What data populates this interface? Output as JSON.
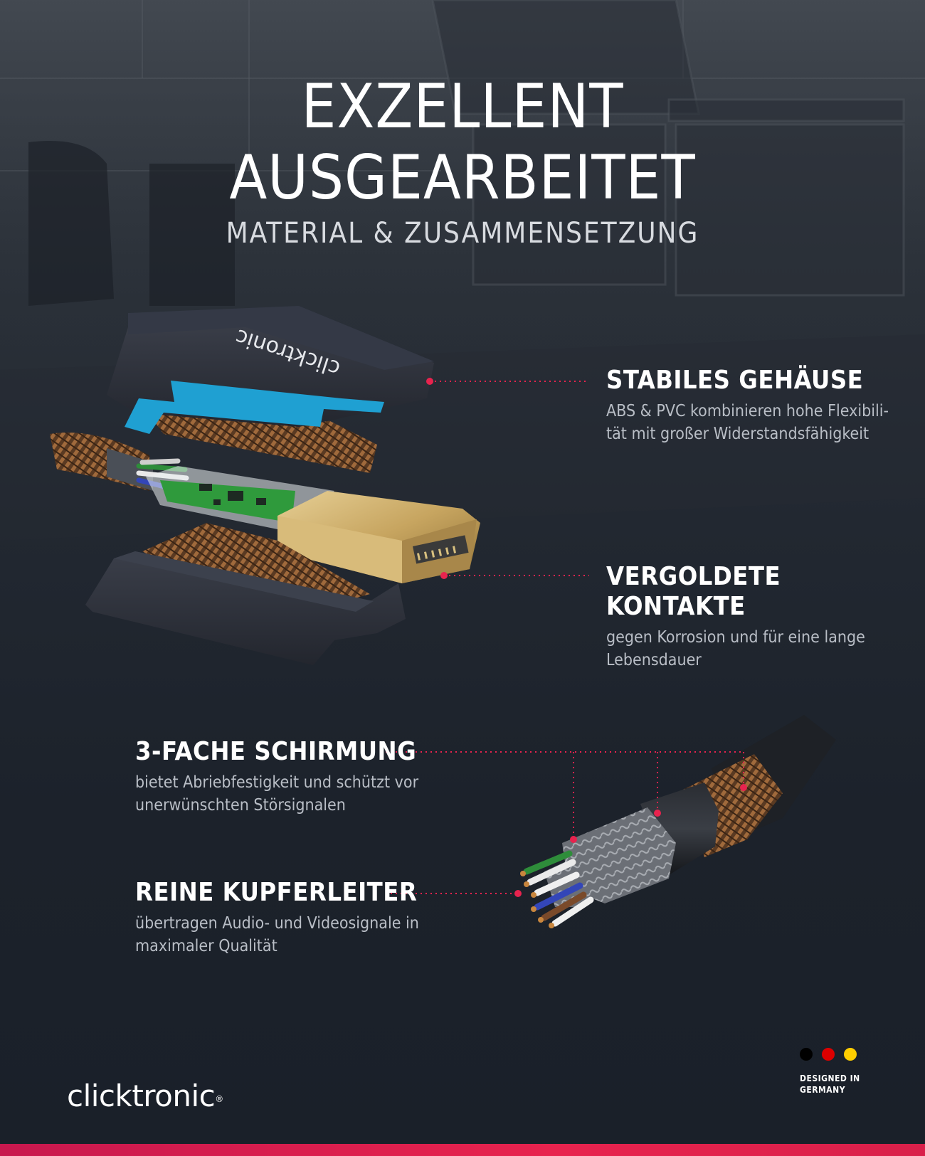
{
  "header": {
    "title_line1": "EXZELLENT",
    "title_line2": "AUSGEARBEITET",
    "subtitle": "MATERIAL & ZUSAMMENSETZUNG"
  },
  "product": {
    "housing_brand_text": "clicktronic"
  },
  "features": [
    {
      "title": "STABILES GEHÄUSE",
      "description_lines": [
        "ABS & PVC kombinieren hohe Flexibili-",
        "tät mit großer Widerstandsfähigkeit"
      ]
    },
    {
      "title": "VERGOLDETE KONTAKTE",
      "description_lines": [
        "gegen Korrosion und für eine lange",
        "Lebensdauer"
      ]
    },
    {
      "title": "3-FACHE SCHIRMUNG",
      "description_lines": [
        "bietet Abriebfestigkeit und schützt vor",
        "unerwünschten Störsignalen"
      ]
    },
    {
      "title": "REINE KUPFERLEITER",
      "description_lines": [
        "übertragen Audio- und Videosignale in",
        "maximaler Qualität"
      ]
    }
  ],
  "footer": {
    "brand": "clicktronic",
    "badge_line1": "DESIGNED IN",
    "badge_line2": "GERMANY"
  },
  "colors": {
    "accent": "#e8234e",
    "flag_black": "#000000",
    "flag_red": "#dd0000",
    "flag_gold": "#ffce00",
    "housing": "#2b2f3a",
    "inner_frame": "#1fa0d2",
    "copper": "#8a5a34",
    "gold_contact": "#c9a866",
    "pcb": "#2f9a3c"
  }
}
